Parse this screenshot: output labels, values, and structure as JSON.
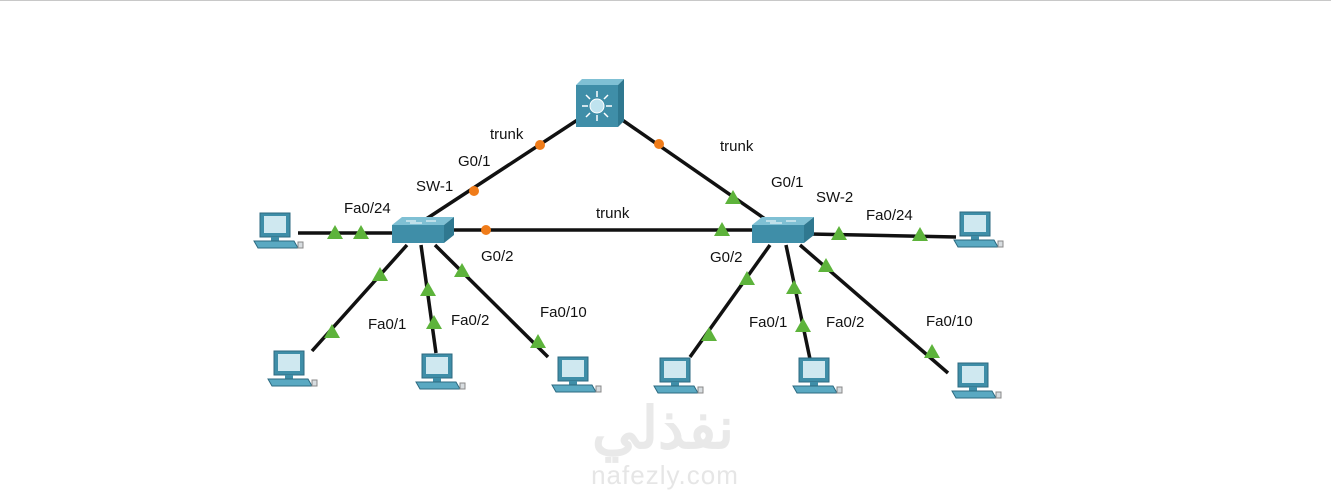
{
  "devices": {
    "core": {
      "type": "multilayer-switch"
    },
    "sw1": {
      "name": "SW-1"
    },
    "sw2": {
      "name": "SW-2"
    }
  },
  "links": {
    "core_sw1": {
      "label": "trunk",
      "port": "G0/1"
    },
    "core_sw2": {
      "label": "trunk",
      "port": "G0/1"
    },
    "sw1_sw2": {
      "label": "trunk",
      "sw1_port": "G0/2",
      "sw2_port": "G0/2"
    },
    "sw1_ports": [
      "Fa0/24",
      "Fa0/1",
      "Fa0/2",
      "Fa0/10"
    ],
    "sw2_ports": [
      "Fa0/24",
      "Fa0/1",
      "Fa0/2",
      "Fa0/10"
    ]
  },
  "colors": {
    "link_up": "#5db33b",
    "link_blocking": "#f07c1a",
    "device": "#3f8ea8"
  },
  "watermark": {
    "arabic": "نفذلي",
    "latin": "nafezly.com"
  }
}
